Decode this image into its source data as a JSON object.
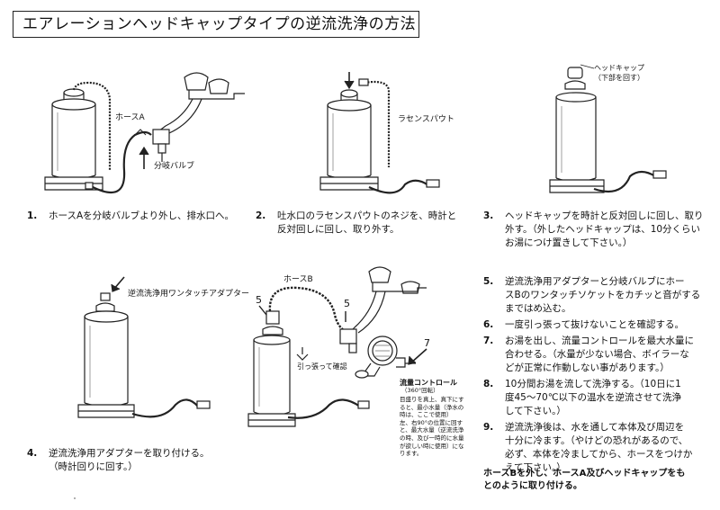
{
  "title": "エアレーションヘッドキャップタイプの逆流洗浄の方法",
  "figure_labels": {
    "hose_a": "ホースA",
    "branch_valve": "分岐バルブ",
    "lasens_spout": "ラセンスパウト",
    "head_cap": "ヘッドキャップ",
    "head_cap_note": "（下部を回す）",
    "one_touch_adapter": "逆流洗浄用ワンタッチアダプター",
    "hose_b": "ホースB",
    "pull_check": "引っ張って確認",
    "flow_control": "流量コントロール",
    "flow_control_angle": "（360°回転）",
    "flow_control_desc": [
      "目盛りを真上、真下にす",
      "ると、最小水量（浄水の",
      "時は、ここで使用）",
      "左、右90°の位置に回す",
      "と、最大水量（逆流洗浄",
      "の時、及び一時的に水量",
      "が欲しい時に使用）にな",
      "ります。"
    ],
    "callout_5a": "5",
    "callout_5b": "5",
    "callout_7": "7"
  },
  "steps": [
    {
      "num": "1.",
      "lines": [
        "ホースAを分岐バルブより外し、排水口へ。"
      ]
    },
    {
      "num": "2.",
      "lines": [
        "吐水口のラセンスパウトのネジを、時計と",
        "反対回しに回し、取り外す。"
      ]
    },
    {
      "num": "3.",
      "lines": [
        "ヘッドキャップを時計と反対回しに回し、取り",
        "外す。（外したヘッドキャップは、10分くらい",
        "お湯につけ置きして下さい。）"
      ]
    },
    {
      "num": "4.",
      "lines": [
        "逆流洗浄用アダプターを取り付ける。",
        "（時計回りに回す。）"
      ]
    },
    {
      "num": "5.",
      "lines": [
        "逆流洗浄用アダプターと分岐バルブにホー",
        "スBのワンタッチソケットをカチッと音がする",
        "まではめ込む。"
      ]
    },
    {
      "num": "6.",
      "lines": [
        "一度引っ張って抜けないことを確認する。"
      ]
    },
    {
      "num": "7.",
      "lines": [
        "お湯を出し、流量コントロールを最大水量に",
        "合わせる。（水量が少ない場合、ボイラーな",
        "どが正常に作動しない事があります。）"
      ]
    },
    {
      "num": "8.",
      "lines": [
        "10分間お湯を流して洗浄する。（10日に1",
        "度45～70℃以下の温水を逆流させて洗浄",
        "して下さい。）"
      ]
    },
    {
      "num": "9.",
      "lines": [
        "逆流洗浄後は、水を通して本体及び周辺を",
        "十分に冷ます。（やけどの恐れがあるので、",
        "必ず、本体を冷ましてから、ホースをつけか",
        "えて下さい。）"
      ]
    }
  ],
  "closing_note": [
    "ホースBを外し、ホースA及びヘッドキャップをも",
    "とのように取り付ける。"
  ]
}
